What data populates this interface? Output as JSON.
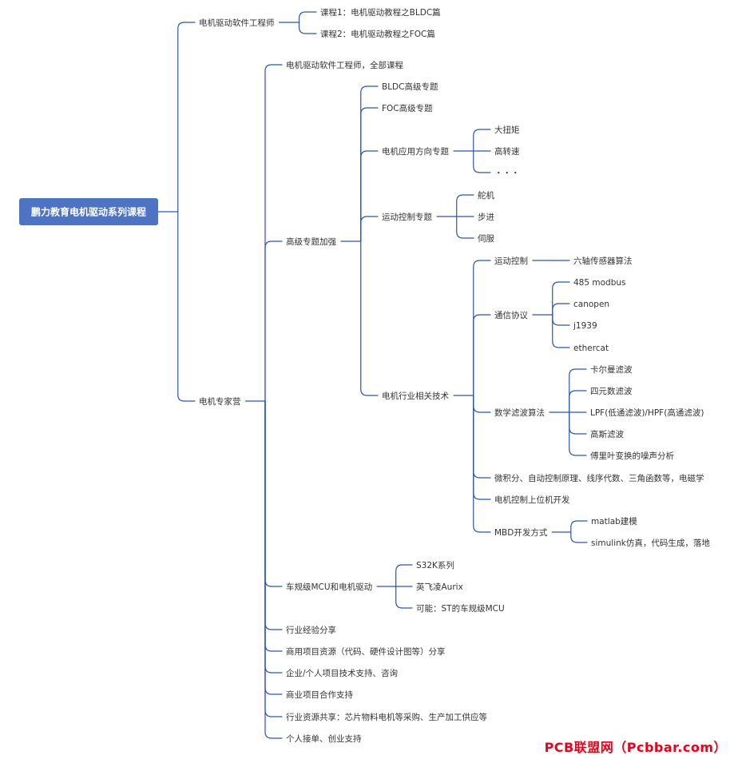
{
  "colors": {
    "edge": "#2f54a6",
    "root_fill": "#4f73c3",
    "text": "#333333",
    "watermark": "#e8001c"
  },
  "root": {
    "label": "鹏力教育电机驱动系列课程"
  },
  "nodes": [
    {
      "id": "n1",
      "parent": "root",
      "label": "电机驱动软件工程师"
    },
    {
      "id": "n1a",
      "parent": "n1",
      "label": "课程1：电机驱动教程之BLDC篇"
    },
    {
      "id": "n1b",
      "parent": "n1",
      "label": "课程2：电机驱动教程之FOC篇"
    },
    {
      "id": "n2",
      "parent": "root",
      "label": "电机专家营"
    },
    {
      "id": "n2a",
      "parent": "n2",
      "label": "电机驱动软件工程师，全部课程"
    },
    {
      "id": "n2b",
      "parent": "n2",
      "label": "高级专题加强"
    },
    {
      "id": "n2b1",
      "parent": "n2b",
      "label": "BLDC高级专题"
    },
    {
      "id": "n2b2",
      "parent": "n2b",
      "label": "FOC高级专题"
    },
    {
      "id": "n2b3",
      "parent": "n2b",
      "label": "电机应用方向专题"
    },
    {
      "id": "n2b3a",
      "parent": "n2b3",
      "label": "大扭矩"
    },
    {
      "id": "n2b3b",
      "parent": "n2b3",
      "label": "高转速"
    },
    {
      "id": "n2b3c",
      "parent": "n2b3",
      "label": "・・・"
    },
    {
      "id": "n2b4",
      "parent": "n2b",
      "label": "运动控制专题"
    },
    {
      "id": "n2b4a",
      "parent": "n2b4",
      "label": "舵机"
    },
    {
      "id": "n2b4b",
      "parent": "n2b4",
      "label": "步进"
    },
    {
      "id": "n2b4c",
      "parent": "n2b4",
      "label": "伺服"
    },
    {
      "id": "n2b5",
      "parent": "n2b",
      "label": "电机行业相关技术"
    },
    {
      "id": "m1",
      "parent": "n2b5",
      "label": "运动控制"
    },
    {
      "id": "m1a",
      "parent": "m1",
      "label": "六轴传感器算法"
    },
    {
      "id": "m2",
      "parent": "n2b5",
      "label": "通信协议"
    },
    {
      "id": "m2a",
      "parent": "m2",
      "label": "485 modbus"
    },
    {
      "id": "m2b",
      "parent": "m2",
      "label": "canopen"
    },
    {
      "id": "m2c",
      "parent": "m2",
      "label": "j1939"
    },
    {
      "id": "m2d",
      "parent": "m2",
      "label": "ethercat"
    },
    {
      "id": "m3",
      "parent": "n2b5",
      "label": "数学滤波算法"
    },
    {
      "id": "m3a",
      "parent": "m3",
      "label": "卡尔曼滤波"
    },
    {
      "id": "m3b",
      "parent": "m3",
      "label": "四元数滤波"
    },
    {
      "id": "m3c",
      "parent": "m3",
      "label": "LPF(低通滤波)/HPF(高通滤波)"
    },
    {
      "id": "m3d",
      "parent": "m3",
      "label": "高斯滤波"
    },
    {
      "id": "m3e",
      "parent": "m3",
      "label": "傅里叶变换的噪声分析"
    },
    {
      "id": "m4",
      "parent": "n2b5",
      "label": "微积分、自动控制原理、线序代数、三角函数等，电磁学"
    },
    {
      "id": "m5",
      "parent": "n2b5",
      "label": "电机控制上位机开发"
    },
    {
      "id": "m6",
      "parent": "n2b5",
      "label": "MBD开发方式"
    },
    {
      "id": "m6a",
      "parent": "m6",
      "label": "matlab建模"
    },
    {
      "id": "m6b",
      "parent": "m6",
      "label": "simulink仿真，代码生成，落地"
    },
    {
      "id": "n2c",
      "parent": "n2",
      "label": "车规级MCU和电机驱动"
    },
    {
      "id": "n2c1",
      "parent": "n2c",
      "label": "S32K系列"
    },
    {
      "id": "n2c2",
      "parent": "n2c",
      "label": "英飞凌Aurix"
    },
    {
      "id": "n2c3",
      "parent": "n2c",
      "label": "可能：ST的车规级MCU"
    },
    {
      "id": "n2d",
      "parent": "n2",
      "label": "行业经验分享"
    },
    {
      "id": "n2e",
      "parent": "n2",
      "label": "商用项目资源（代码、硬件设计图等）分享"
    },
    {
      "id": "n2f",
      "parent": "n2",
      "label": "企业/个人项目技术支持、咨询"
    },
    {
      "id": "n2g",
      "parent": "n2",
      "label": "商业项目合作支持"
    },
    {
      "id": "n2h",
      "parent": "n2",
      "label": "行业资源共享：芯片物料电机等采购、生产加工供应等"
    },
    {
      "id": "n2i",
      "parent": "n2",
      "label": "个人接单、创业支持"
    }
  ],
  "watermark": "PCB联盟网（Pcbbar.com）"
}
